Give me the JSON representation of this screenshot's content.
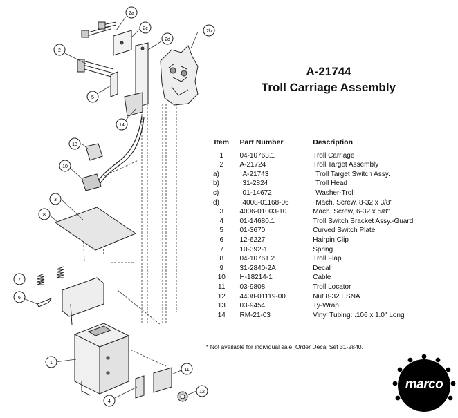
{
  "header": {
    "part_number": "A-21744",
    "assembly_name": "Troll Carriage Assembly"
  },
  "table": {
    "headers": [
      "Item",
      "Part Number",
      "Description"
    ],
    "rows": [
      {
        "item": "1",
        "part": "04-10763.1",
        "desc": "Troll Carriage",
        "sub": false
      },
      {
        "item": "2",
        "part": "A-21724",
        "desc": "Troll Target Assembly",
        "sub": false
      },
      {
        "item": "a)",
        "part": "A-21743",
        "desc": "Troll Target Switch Assy.",
        "sub": true
      },
      {
        "item": "b)",
        "part": "31-2824",
        "desc": "Troll Head",
        "sub": true
      },
      {
        "item": "c)",
        "part": "01-14672",
        "desc": "Washer-Troll",
        "sub": true
      },
      {
        "item": "d)",
        "part": "4008-01168-06",
        "desc": "Mach. Screw, 8-32 x 3/8\"",
        "sub": true
      },
      {
        "item": "3",
        "part": "4006-01003-10",
        "desc": "Mach. Screw, 6-32 x 5/8\"",
        "sub": false
      },
      {
        "item": "4",
        "part": "01-14680.1",
        "desc": "Troll Switch Bracket Assy.-Guard",
        "sub": false
      },
      {
        "item": "5",
        "part": "01-3670",
        "desc": "Curved Switch Plate",
        "sub": false
      },
      {
        "item": "6",
        "part": "12-6227",
        "desc": "Hairpin Clip",
        "sub": false
      },
      {
        "item": "7",
        "part": "10-392-1",
        "desc": "Spring",
        "sub": false
      },
      {
        "item": "8",
        "part": "04-10761.2",
        "desc": "Troll Flap",
        "sub": false
      },
      {
        "item": "9",
        "part": "31-2840-2A",
        "desc": "Decal",
        "sub": false
      },
      {
        "item": "10",
        "part": "H-18214-1",
        "desc": "Cable",
        "sub": false
      },
      {
        "item": "11",
        "part": "03-9808",
        "desc": "Troll Locator",
        "sub": false
      },
      {
        "item": "12",
        "part": "4408-01119-00",
        "desc": "Nut 8-32 ESNA",
        "sub": false
      },
      {
        "item": "13",
        "part": "03-9454",
        "desc": "Ty-Wrap",
        "sub": false
      },
      {
        "item": "14",
        "part": "RM-21-03",
        "desc": "Vinyl Tubing: .106 x 1.0\" Long",
        "sub": false
      }
    ]
  },
  "footnote": "* Not available for individual sale.  Order Decal Set 31-2840.",
  "logo": {
    "text": "marco",
    "color": "#000000"
  },
  "callouts": [
    "2a",
    "2c",
    "2d",
    "2b",
    "2",
    "5",
    "14",
    "13",
    "10",
    "3",
    "8",
    "7",
    "6",
    "1",
    "4",
    "11",
    "12"
  ]
}
